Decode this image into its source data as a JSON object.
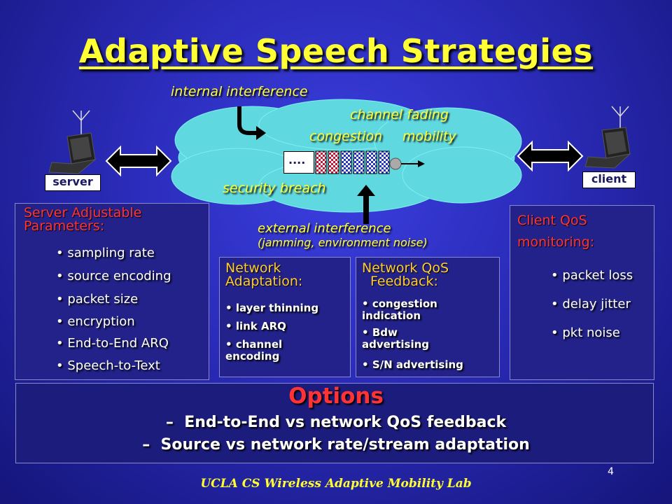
{
  "title": "Adaptive Speech Strategies",
  "cloud": {
    "internal_interference": "internal interference",
    "channel_fading": "channel fading",
    "congestion": "congestion",
    "mobility": "mobility",
    "dots": "....",
    "security_breach": "security breach"
  },
  "external_interference": {
    "line1": "external interference",
    "line2": "(jamming, environment noise)"
  },
  "devices": {
    "server_label": "server",
    "client_label": "client"
  },
  "server_panel": {
    "heading_line1": "Server Adjustable",
    "heading_line2": "Parameters:",
    "items": [
      "sampling rate",
      "source encoding",
      "packet size",
      "encryption",
      "End-to-End ARQ",
      "Speech-to-Text"
    ]
  },
  "network_adaptation": {
    "heading_line1": "Network",
    "heading_line2": "Adaptation:",
    "items": [
      "layer thinning",
      "link ARQ",
      "channel encoding"
    ]
  },
  "network_qos": {
    "heading_line1": "Network QoS",
    "heading_line2": "Feedback:",
    "items": [
      "congestion indication",
      "Bdw advertising",
      "S/N advertising"
    ]
  },
  "client_panel": {
    "heading_line1": "Client QoS",
    "heading_line2": "monitoring:",
    "items": [
      "packet loss",
      "delay jitter",
      "pkt noise"
    ]
  },
  "options": {
    "title": "Options",
    "line1": "End-to-End vs network QoS feedback",
    "line2": "Source vs network rate/stream adaptation"
  },
  "footer": "UCLA CS Wireless Adaptive Mobility Lab",
  "page_number": "4",
  "colors": {
    "title": "#ffff33",
    "heading_red": "#ff3333",
    "cloud": "#5fd8e0",
    "panel": "#22228a"
  }
}
